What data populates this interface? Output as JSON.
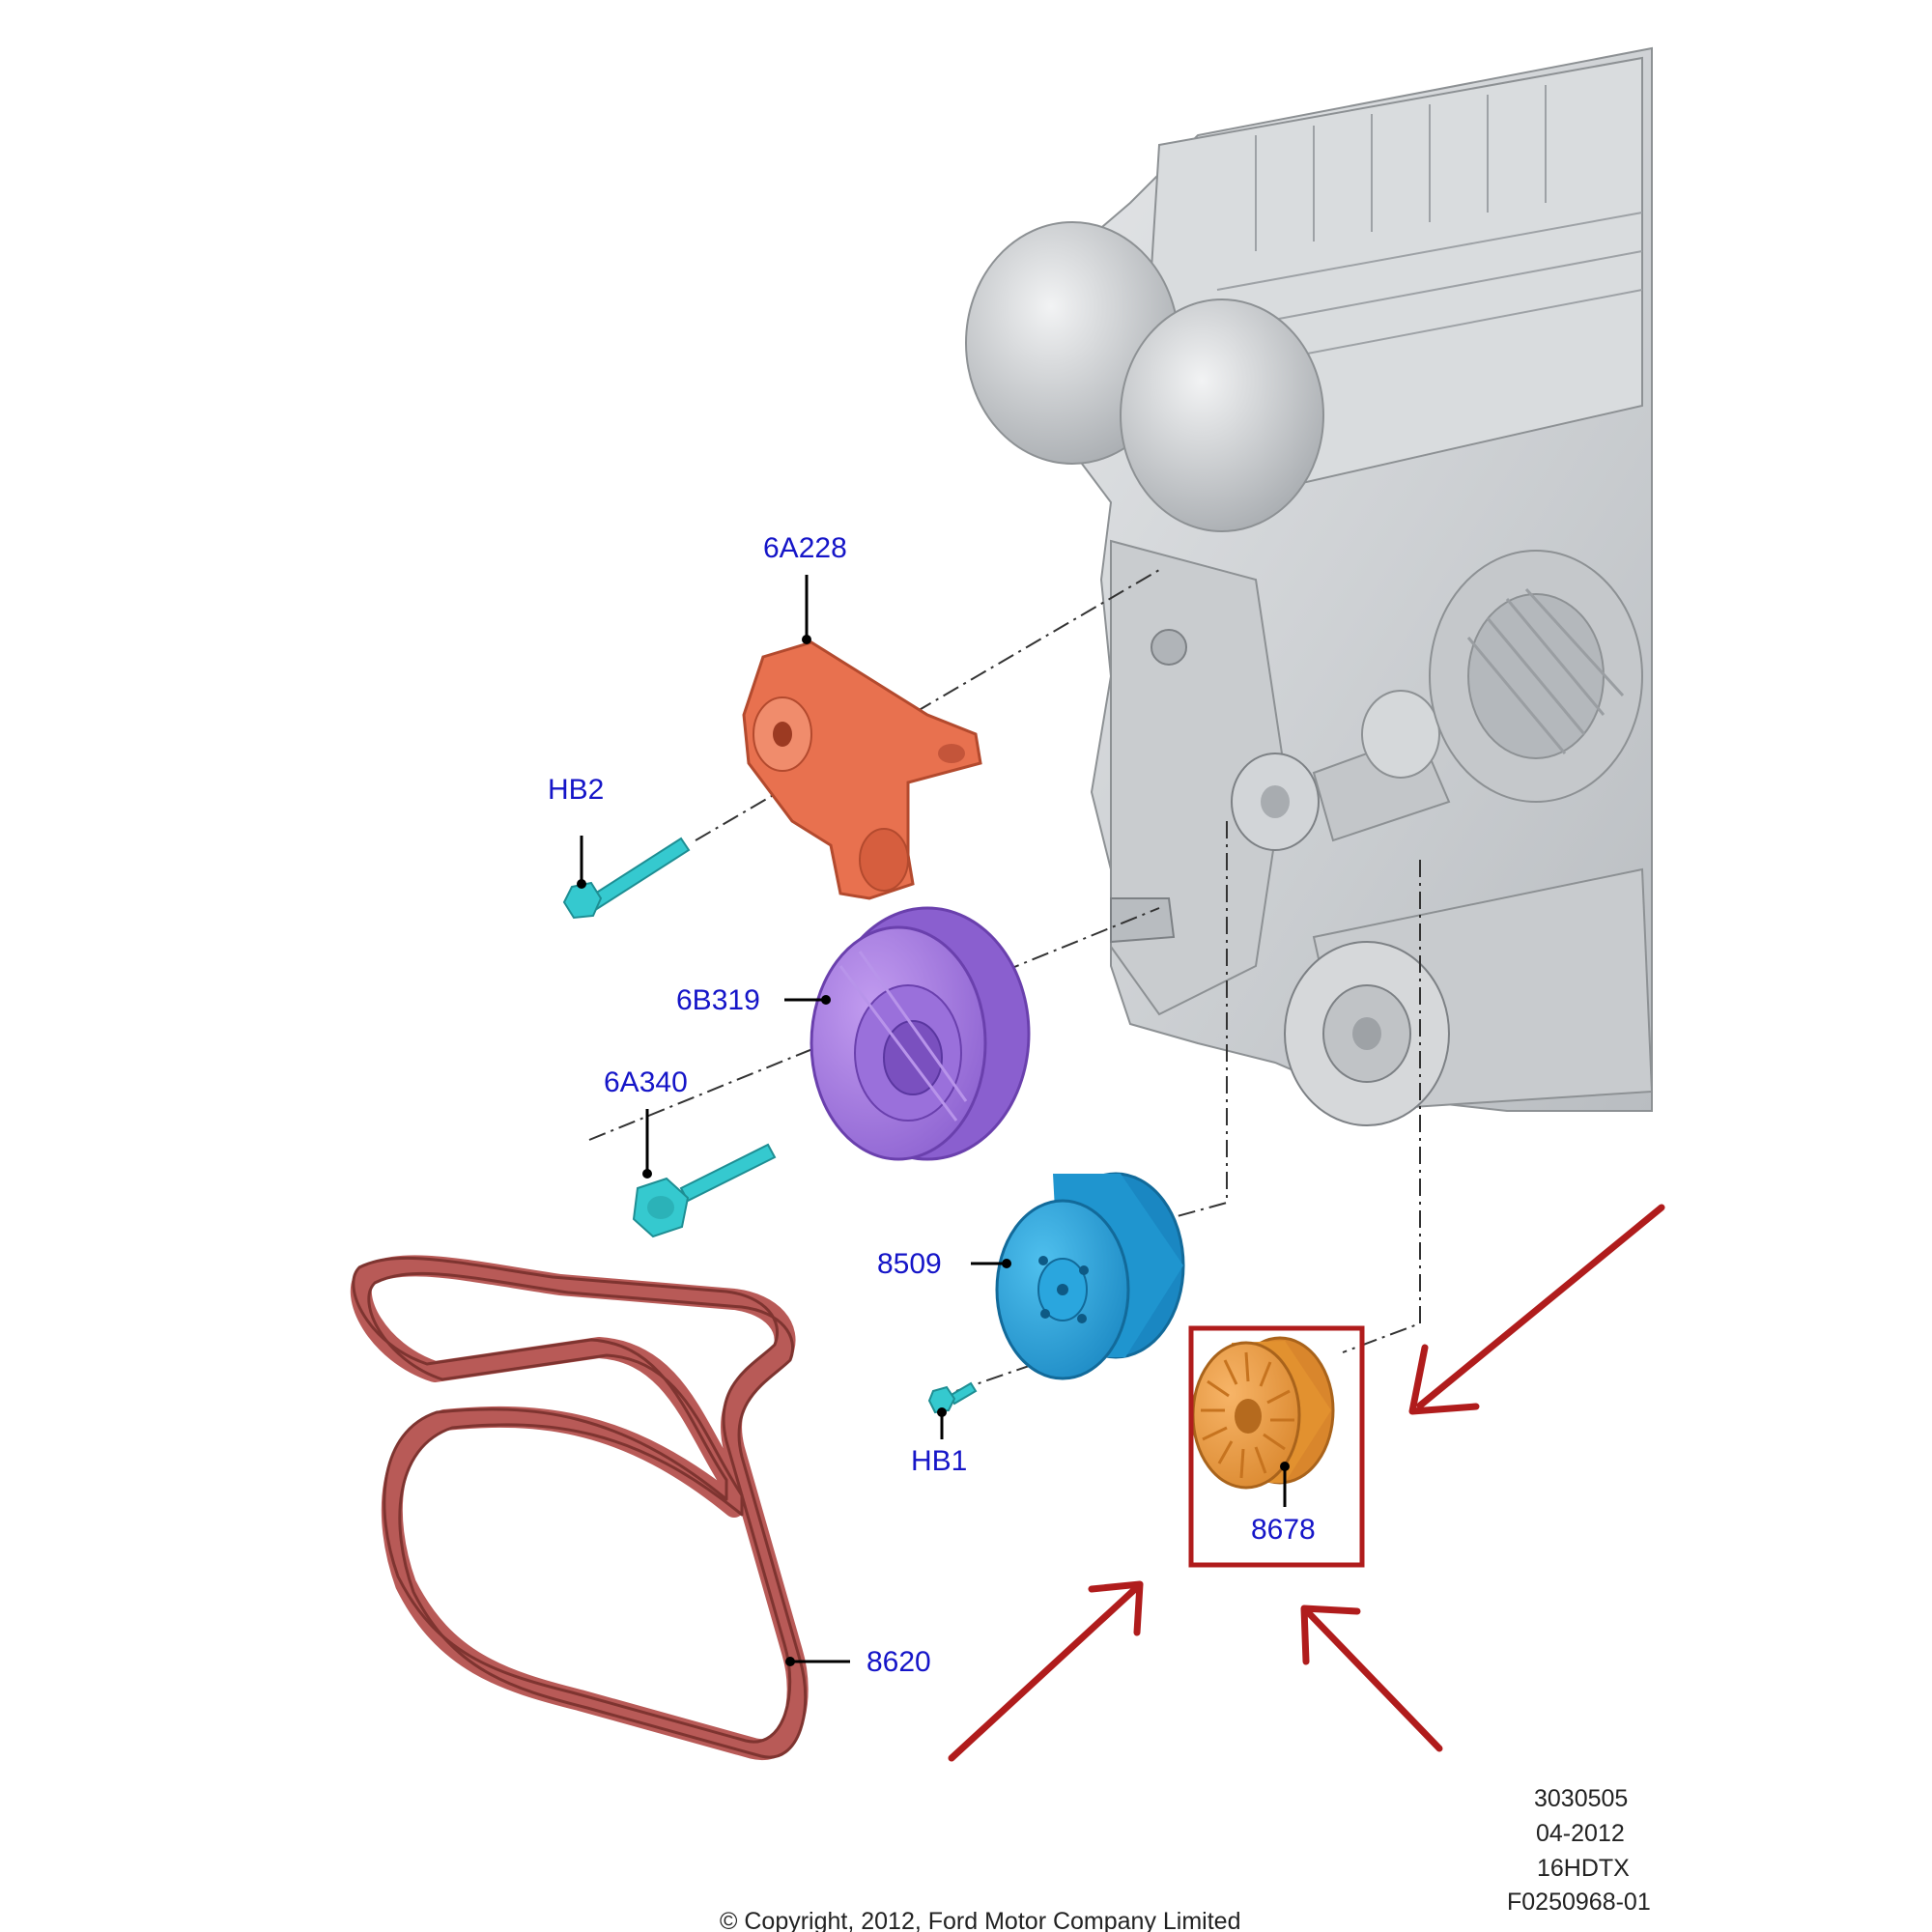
{
  "callouts": {
    "p6A228": "6A228",
    "pHB2": "HB2",
    "p6B319": "6B319",
    "p6A340": "6A340",
    "p8509": "8509",
    "pHB1": "HB1",
    "p8678": "8678",
    "p8620": "8620"
  },
  "info_block": {
    "line1": "3030505",
    "line2": "04-2012",
    "line3": "16HDTX",
    "line4": "F0250968-01"
  },
  "copyright": "© Copyright, 2012, Ford Motor Company Limited",
  "colors": {
    "callout_text": "#1515c8",
    "tensioner": "#e8714f",
    "crank_pulley": "#a77de0",
    "bolt": "#35c9cf",
    "water_pump_pulley": "#2aa6de",
    "idler_pulley": "#f0a34a",
    "belt": "#b85a57",
    "highlight": "#b01c1c",
    "engine": "#cfd2d5"
  },
  "highlight": {
    "target_part": "8678",
    "arrow_count": 3
  }
}
